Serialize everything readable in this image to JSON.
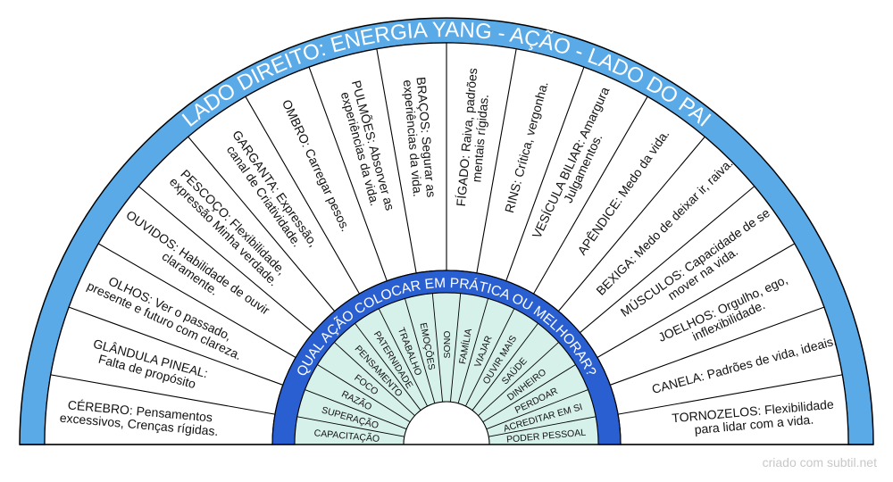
{
  "outer_title": "LADO DIREITO: ENERGIA YANG - AÇÃO - LADO DO PAI",
  "inner_title": "QUAL AÇÃO COLOCAR EM PRÁTICA OU MELHORAR?",
  "outer_segments": [
    [
      "CÉREBRO: Pensamentos",
      "excessivos, Crenças rígidas."
    ],
    [
      "GLÂNDULA PINEAL:",
      "Falta de propósito"
    ],
    [
      "OLHOS: Ver o passado,",
      "presente e futuro com clareza."
    ],
    [
      "OUVIDOS: Habilidade de ouvir",
      "claramente."
    ],
    [
      "PESCOÇO: Flexibilidade,",
      "expressão Minha verdade."
    ],
    [
      "GARGANTA: Expressão,",
      "canal de Criatividade."
    ],
    [
      "OMBRO: Carregar pesos."
    ],
    [
      "PULMÕES: Absorver as",
      "experiências da vida."
    ],
    [
      "BRAÇOS: Segurar as",
      "experiências da vida."
    ],
    [
      "FÍGADO: Raiva, padrões",
      "mentais rígidas."
    ],
    [
      "RINS: Crítica, vergonha."
    ],
    [
      "VESÍCULA BILIAR: Amargura",
      "Julgamentos."
    ],
    [
      "APÊNDICE: Medo da vida."
    ],
    [
      "BEXIGA: Medo de deixar ir, raiva."
    ],
    [
      "MÚSCULOS: Capacidade de se",
      "mover na vida."
    ],
    [
      "JOELHOS: Orgulho, ego,",
      "inflexibilidade."
    ],
    [
      "CANELA: Padrões de vida, ideais."
    ],
    [
      "TORNOZELOS: Flexibilidade",
      "para lidar com a vida."
    ]
  ],
  "inner_left_items": [
    "CAPACITAÇÃO",
    "SUPERAÇÃO",
    "RAZÃO",
    "FOCO",
    "PENSAMENTO",
    "PATERNIDADE",
    "TRABALHO",
    "EMOÇÕES",
    "SONO"
  ],
  "inner_right_items": [
    "FAMÍLIA",
    "VIAJAR",
    "OUVIR MAIS",
    "SAÚDE",
    "DINHEIRO",
    "PERDOAR",
    "ACREDITAR EM SI",
    "PODER PESSOAL"
  ],
  "credit": "criado com subtil.net",
  "colors": {
    "ring_fill": "#5aaae8",
    "inner_ring_fill": "#2a5fd2",
    "inner_fill": "#d6f0ea",
    "stroke": "#000000"
  }
}
